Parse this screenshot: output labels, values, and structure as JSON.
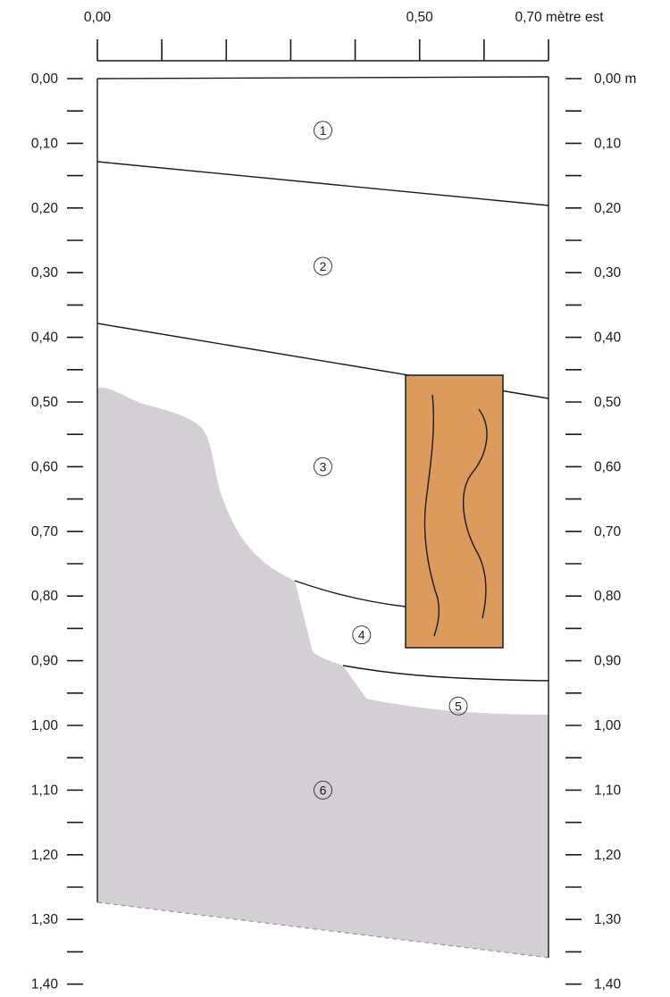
{
  "top_axis": {
    "labels": [
      {
        "value": 0.0,
        "text": "0,00"
      },
      {
        "value": 0.5,
        "text": "0,50"
      },
      {
        "value": 0.7,
        "text": "0,70 mètre est"
      }
    ],
    "ticks": [
      0,
      0.1,
      0.2,
      0.3,
      0.4,
      0.5,
      0.6,
      0.7
    ]
  },
  "depth_axis": {
    "range": [
      0,
      1.4
    ],
    "left_labels": [
      "0,00",
      "0,10",
      "0,20",
      "0,30",
      "0,40",
      "0,50",
      "0,60",
      "0,70",
      "0,80",
      "0,90",
      "1,00",
      "1,10",
      "1,20",
      "1,30",
      "1,40"
    ],
    "right_labels": [
      "0,00 m",
      "0,10",
      "0,20",
      "0,30",
      "0,40",
      "0,50",
      "0,60",
      "0,70",
      "0,80",
      "0,90",
      "1,00",
      "1,10",
      "1,20",
      "1,30",
      "1,40"
    ]
  },
  "layers": [
    {
      "number": "1",
      "x": 0.35,
      "depth": 0.08
    },
    {
      "number": "2",
      "x": 0.35,
      "depth": 0.29
    },
    {
      "number": "3",
      "x": 0.35,
      "depth": 0.6
    },
    {
      "number": "4",
      "x": 0.41,
      "depth": 0.86
    },
    {
      "number": "5",
      "x": 0.56,
      "depth": 0.97
    },
    {
      "number": "6",
      "x": 0.35,
      "depth": 1.1
    }
  ],
  "colors": {
    "substrate": "#d4cfd5",
    "wood": "#dc9a5c",
    "line": "#1a1a1a"
  }
}
